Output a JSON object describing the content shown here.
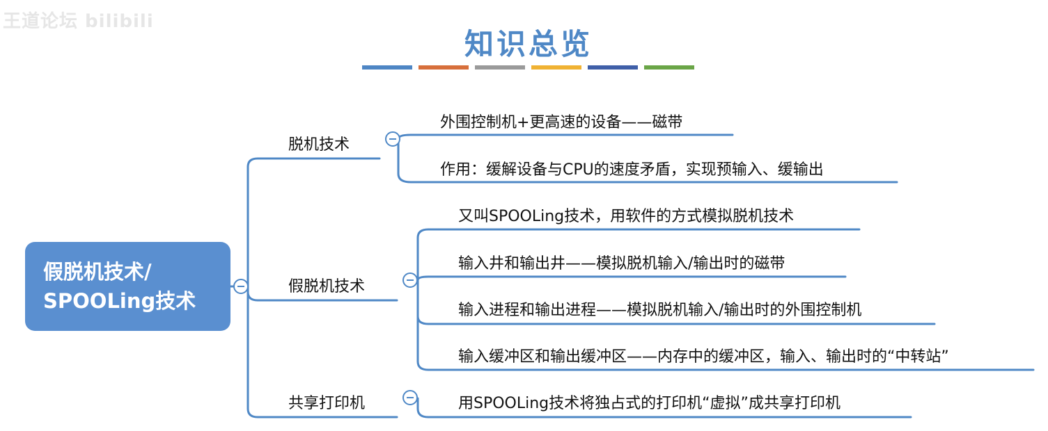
{
  "watermark": "王道论坛 bilibili",
  "title": "知识总览",
  "title_bar_colors": [
    "#4e86c4",
    "#d76f3b",
    "#9a9a9a",
    "#f0b233",
    "#3f5fa8",
    "#6aa547"
  ],
  "line_color": "#4f88c6",
  "root": {
    "line1": "假脱机技术/",
    "line2": "SPOOLing技术"
  },
  "branches": [
    {
      "label": "脱机技术",
      "children": [
        "外围控制机+更高速的设备——磁带",
        "作用：缓解设备与CPU的速度矛盾，实现预输入、缓输出"
      ]
    },
    {
      "label": "假脱机技术",
      "children": [
        "又叫SPOOLing技术，用软件的方式模拟脱机技术",
        "输入井和输出井——模拟脱机输入/输出时的磁带",
        "输入进程和输出进程——模拟脱机输入/输出时的外围控制机",
        "输入缓冲区和输出缓冲区——内存中的缓冲区，输入、输出时的“中转站”"
      ]
    },
    {
      "label": "共享打印机",
      "children": [
        "用SPOOLing技术将独占式的打印机“虚拟”成共享打印机"
      ]
    }
  ]
}
